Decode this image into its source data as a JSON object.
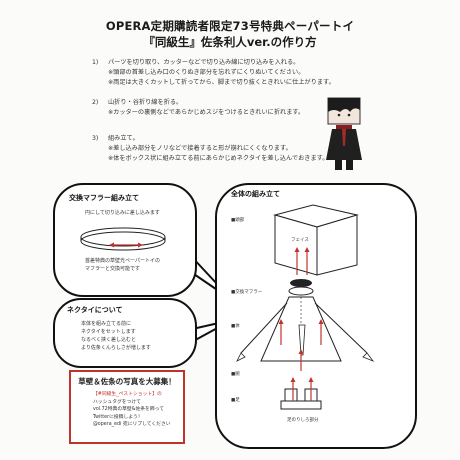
{
  "header": {
    "title_line1": "OPERA定期購読者限定73号特典ペーパートイ",
    "title_line2": "『同級生』佐条利人ver.の作り方"
  },
  "steps": [
    {
      "num": "1)",
      "text": "パーツを切り取り、カッターなどで切り込み線に切り込みを入れる。",
      "notes": [
        "※頭部の首差し込み口のくりぬき部分を忘れずにくりぬいてください。",
        "※両足は大きくカットして折ってから、脚まで切り抜くときれいに仕上がります。"
      ]
    },
    {
      "num": "2)",
      "text": "山折り・谷折り線を折る。",
      "notes": [
        "※カッターの裏側などであらかじめスジをつけるときれいに折れます。"
      ]
    },
    {
      "num": "3)",
      "text": "組み立て。",
      "notes": [
        "※差し込み部分をノリなどで接着すると形が崩れにくくなります。",
        "※体をボックス状に組み立てる前にあらかじめネクタイを差し込んでおきます。"
      ]
    }
  ],
  "muffler_bubble": {
    "title": "交換マフラー組み立て",
    "text1": "円にして切り込みに差し込みます",
    "text2": [
      "首差特典の草壁光ペーパートイの",
      "マフラーと交換可能です"
    ]
  },
  "tie_bubble": {
    "title": "ネクタイについて",
    "lines": [
      "本体を組み立てる前に",
      "ネクタイをセットします",
      "なるべく挟く差し込むと",
      "より佐条くんらしさが増します"
    ]
  },
  "assembly_bubble": {
    "title": "全体の組み立て",
    "labels": {
      "head": "■頭部",
      "face": "フェイス",
      "muffler": "■交換マフラー",
      "body": "■体",
      "arm": "■腕",
      "leg": "■足",
      "foot": "足のりしろ部分"
    }
  },
  "campaign": {
    "title": "草壁＆佐条の写真を大募集！",
    "lines": [
      {
        "text": "【#同級生_ペストショット】の",
        "highlight": true
      },
      {
        "text": "ハッシュタグをつけて",
        "highlight": false
      },
      {
        "text": "vol.72特典の草壁&佐条を飾って",
        "highlight": false
      },
      {
        "text": "Twitterに投稿しよう！",
        "highlight": false
      },
      {
        "text": "@opera_edi 宛にリプしてください",
        "highlight": false
      }
    ],
    "accent_color": "#c0332b"
  }
}
